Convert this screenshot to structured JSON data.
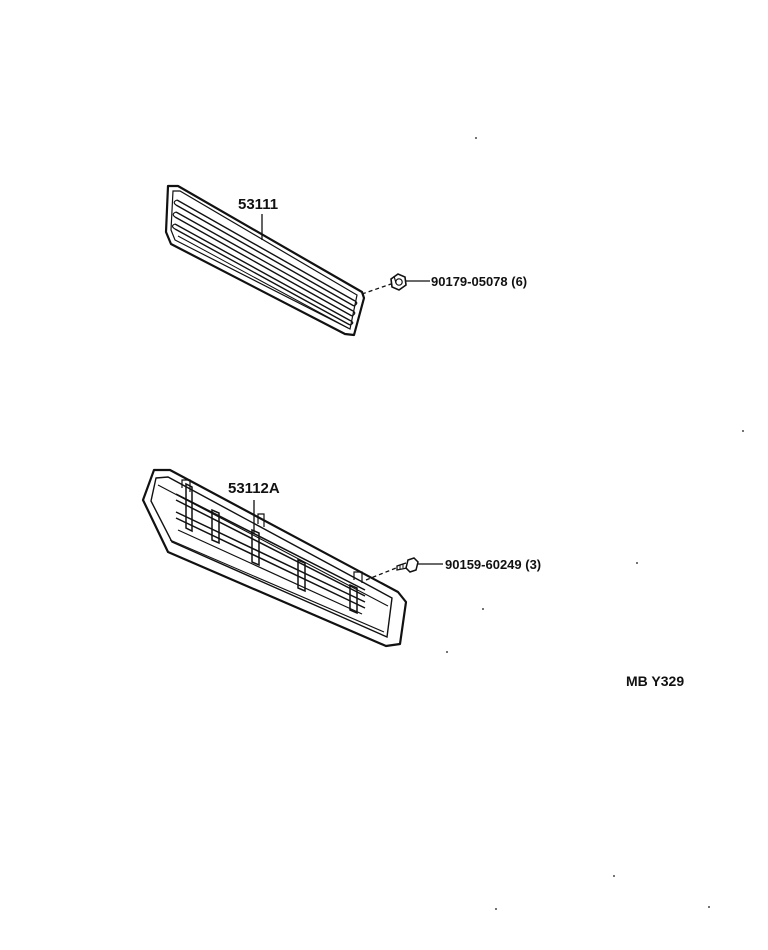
{
  "diagram": {
    "parts": [
      {
        "number": "53111"
      },
      {
        "number": "90179-05078 (6)"
      },
      {
        "number": "53112A"
      },
      {
        "number": "90159-60249 (3)"
      }
    ],
    "code": "MB Y329",
    "colors": {
      "ink": "#111111",
      "paper": "#ffffff"
    }
  }
}
